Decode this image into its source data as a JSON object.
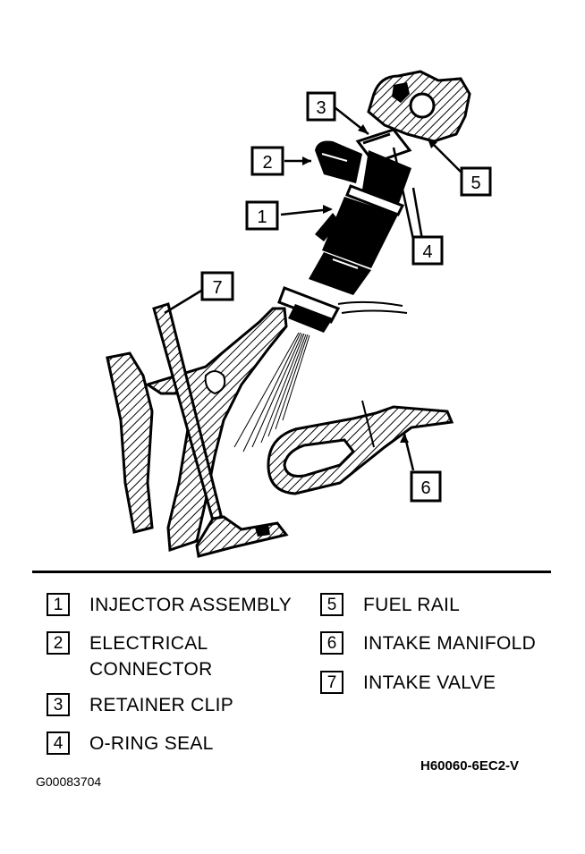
{
  "callouts": [
    "1",
    "2",
    "3",
    "4",
    "5",
    "6",
    "7"
  ],
  "legend": [
    {
      "num": "1",
      "label": "INJECTOR ASSEMBLY"
    },
    {
      "num": "2",
      "label": "ELECTRICAL\nCONNECTOR"
    },
    {
      "num": "3",
      "label": "RETAINER CLIP"
    },
    {
      "num": "4",
      "label": "O-RING SEAL"
    },
    {
      "num": "5",
      "label": "FUEL RAIL"
    },
    {
      "num": "6",
      "label": "INTAKE MANIFOLD"
    },
    {
      "num": "7",
      "label": "INTAKE VALVE"
    }
  ],
  "diagram_code": "H60060-6EC2-V",
  "figure_id": "G00083704"
}
